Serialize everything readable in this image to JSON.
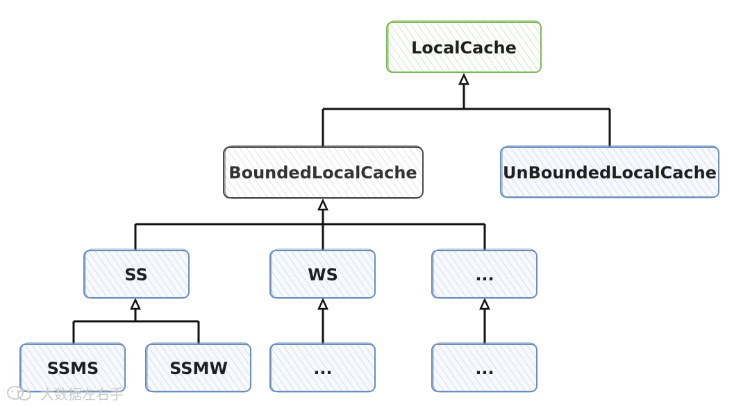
{
  "nodes": {
    "local_cache": "LocalCache",
    "bounded_local_cache": "BoundedLocalCache",
    "unbounded_local_cache": "UnBoundedLocalCache",
    "ss": "SS",
    "ws": "WS",
    "other_impl": "...",
    "ssms": "SSMS",
    "ssmw": "SSMW",
    "ws_child": "...",
    "other_child": "..."
  },
  "watermark": {
    "text": "大数据左右手",
    "icon": "wechat-logo-icon"
  },
  "colors": {
    "green_stroke": "#7cba59",
    "green_fill": "#e3f2d9",
    "blue_stroke": "#6c8ebf",
    "blue_fill": "#dde7f3",
    "gray_stroke": "#4a4a4a",
    "gray_fill": "#ececec",
    "edge": "#111111"
  }
}
